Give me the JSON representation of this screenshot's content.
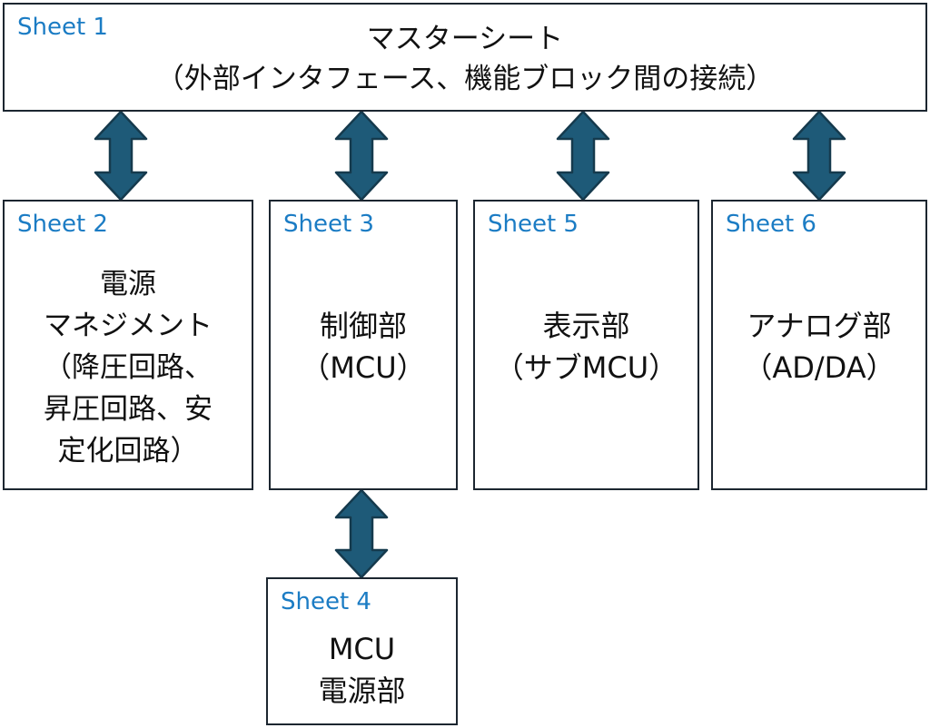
{
  "colors": {
    "box_border": "#1c2630",
    "sheet_label": "#1b7cc4",
    "arrow_fill": "#1e5a78",
    "arrow_stroke": "#153a4d",
    "text": "#111111"
  },
  "sheets": {
    "master": {
      "label": "Sheet 1",
      "title": "マスターシート\n（外部インタフェース、機能ブロック間の接続）"
    },
    "power": {
      "label": "Sheet 2",
      "title": "電源\nマネジメント\n（降圧回路、\n昇圧回路、安\n定化回路）"
    },
    "control": {
      "label": "Sheet 3",
      "title": "制御部\n（MCU）"
    },
    "mcu_power": {
      "label": "Sheet 4",
      "title": "MCU\n電源部"
    },
    "display": {
      "label": "Sheet 5",
      "title": "表示部\n（サブMCU）"
    },
    "analog": {
      "label": "Sheet 6",
      "title": "アナログ部\n（AD/DA）"
    }
  },
  "connections": [
    {
      "from": "master",
      "to": "power",
      "type": "bidirectional"
    },
    {
      "from": "master",
      "to": "control",
      "type": "bidirectional"
    },
    {
      "from": "master",
      "to": "display",
      "type": "bidirectional"
    },
    {
      "from": "master",
      "to": "analog",
      "type": "bidirectional"
    },
    {
      "from": "control",
      "to": "mcu_power",
      "type": "bidirectional"
    }
  ]
}
